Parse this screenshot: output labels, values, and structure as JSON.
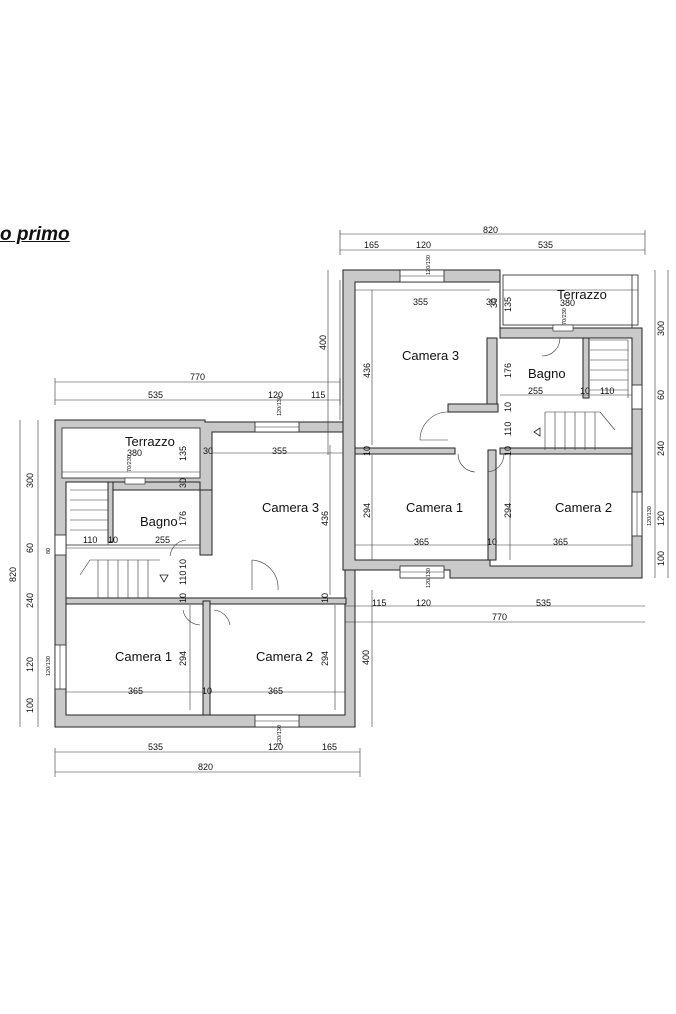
{
  "title": "o primo",
  "rooms": {
    "terrazzo": "Terrazzo",
    "bagno": "Bagno",
    "camera1": "Camera 1",
    "camera2": "Camera 2",
    "camera3": "Camera 3"
  },
  "dims": {
    "d820": "820",
    "d770": "770",
    "d535": "535",
    "d120": "120",
    "d165": "165",
    "d115": "115",
    "d355": "355",
    "d380": "380",
    "d135": "135",
    "d30": "30",
    "d436": "436",
    "d400": "400",
    "d300": "300",
    "d60": "60",
    "d240": "240",
    "d100": "100",
    "d294": "294",
    "d365": "365",
    "d10": "10",
    "d255": "255",
    "d110": "110",
    "d176": "176",
    "d80": "80",
    "d120_130": "120/130",
    "d70_230": "70/230"
  }
}
